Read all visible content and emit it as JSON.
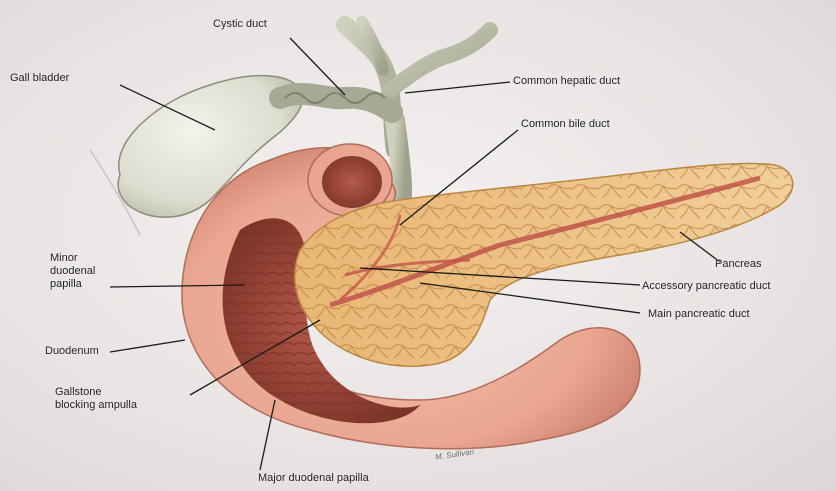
{
  "diagram": {
    "labels": {
      "gall_bladder": "Gall bladder",
      "cystic_duct": "Cystic duct",
      "common_hepatic_duct": "Common hepatic duct",
      "common_bile_duct": "Common bile duct",
      "pancreas": "Pancreas",
      "accessory_pancreatic_duct": "Accessory pancreatic duct",
      "main_pancreatic_duct": "Main pancreatic duct",
      "minor_papilla_line1": "Minor",
      "minor_papilla_line2": "duodenal",
      "minor_papilla_line3": "papilla",
      "duodenum": "Duodenum",
      "gallstone_line1": "Gallstone",
      "gallstone_line2": "blocking ampulla",
      "major_papilla": "Major duodenal papilla"
    },
    "signature": "M. Sullivan"
  }
}
